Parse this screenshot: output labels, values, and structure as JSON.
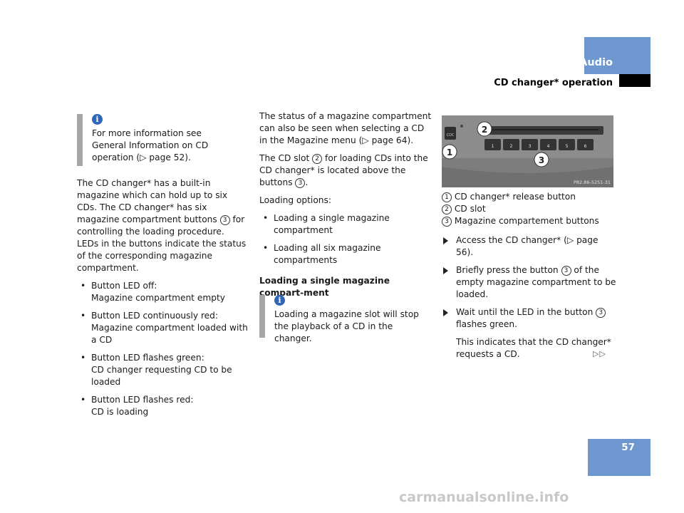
{
  "header": {
    "section": "Audio",
    "title": "CD changer* operation"
  },
  "page_number": "57",
  "col1": {
    "info": {
      "icon": "info-icon",
      "text": "For more information see General Information on CD operation (▷ page 52)."
    },
    "intro": "The CD changer* has a built-in magazine which can hold up to six CDs. The CD changer* has six magazine compartment buttons",
    "intro_num": "3",
    "intro_end": "for controlling the loading procedure. LEDs in the buttons indicate the status of the corresponding magazine compartment.",
    "bullets": [
      {
        "line1": "Button LED off:",
        "line2": "Magazine compartment empty"
      },
      {
        "line1": "Button LED continuously red:",
        "line2": "Magazine compartment loaded with a CD"
      },
      {
        "line1": "Button LED flashes green:",
        "line2": "CD changer requesting CD to be loaded"
      },
      {
        "line1": "Button LED flashes red:",
        "line2": "CD is loading"
      }
    ]
  },
  "col2": {
    "p1": "The status of a magazine compartment can also be seen when selecting a CD in the Magazine menu (▷ page 64).",
    "p2_a": "The CD slot",
    "p2_num1": "2",
    "p2_b": "for loading CDs into the CD changer* is located above the buttons",
    "p2_num2": "3",
    "p2_c": ".",
    "loading_label": "Loading options:",
    "options": [
      "Loading a single magazine compartment",
      "Loading all six magazine compartments"
    ],
    "heading": "Loading a single magazine compart-ment",
    "info": {
      "icon": "info-icon",
      "text": "Loading a magazine slot will stop the playback of a CD in the changer."
    }
  },
  "col3": {
    "figure": {
      "code": "P82.86-5251-31",
      "label": "CDC",
      "buttons": [
        "1",
        "2",
        "3",
        "4",
        "5",
        "6"
      ],
      "callouts": [
        "1",
        "2",
        "3"
      ]
    },
    "legend": [
      {
        "num": "1",
        "text": "CD changer* release button"
      },
      {
        "num": "2",
        "text": "CD slot"
      },
      {
        "num": "3",
        "text": "Magazine compartement buttons"
      }
    ],
    "steps": [
      {
        "a": "Access the CD changer* (▷ page 56).",
        "num": "",
        "b": ""
      },
      {
        "a": "Briefly press the button",
        "num": "3",
        "b": "of the empty magazine compartment to be loaded."
      },
      {
        "a": "Wait until the LED in the button",
        "num": "3",
        "b": "flashes green."
      }
    ],
    "note": "This indicates that the CD changer* requests a CD.",
    "continue_mark": "▷▷"
  },
  "footer": "carmanualsonline.info"
}
